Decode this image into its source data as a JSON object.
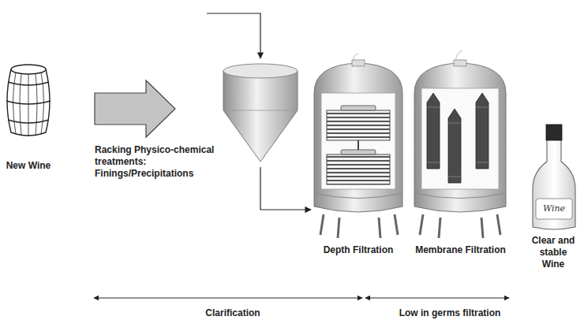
{
  "diagram": {
    "nodes": [
      {
        "text": [
          "New Wine"
        ]
      },
      {
        "text": [
          "Depth Filtration"
        ]
      },
      {
        "text": [
          "Membrane Filtration"
        ]
      },
      {
        "text": [
          "Wine",
          "Clear and stable Wine"
        ]
      }
    ],
    "labels": [
      "Racking Physico-chemical treatments: Finings/Precipitations",
      "Clarification",
      "Low in germs filtration"
    ]
  }
}
